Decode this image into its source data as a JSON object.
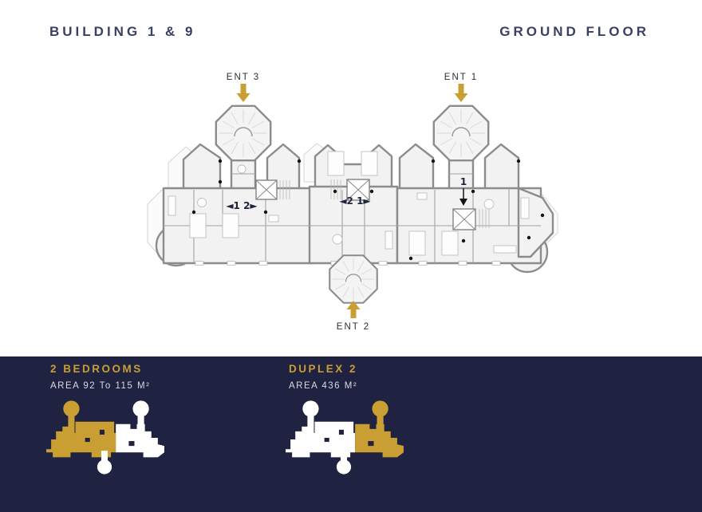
{
  "header": {
    "left_title": "BUILDING 1 & 9",
    "right_title": "GROUND FLOOR"
  },
  "plan": {
    "entrances": [
      {
        "label": "ENT 3"
      },
      {
        "label": "ENT 1"
      },
      {
        "label": "ENT 2"
      }
    ],
    "unit_labels": {
      "left_wing": "◄1 2►",
      "middle_wing": "◄2 1►",
      "right_wing": "1"
    }
  },
  "legend": {
    "items": [
      {
        "title": "2 BEDROOMS",
        "area": "AREA 92 To 115 M²"
      },
      {
        "title": "DUPLEX 2",
        "area": "AREA 436 M²"
      }
    ]
  },
  "colors": {
    "gold": "#C99E33",
    "panel_navy": "#1F2240",
    "title_navy": "#3A4063",
    "text_light": "#D9DAE3",
    "plan_wall": "#8C8C8C"
  }
}
